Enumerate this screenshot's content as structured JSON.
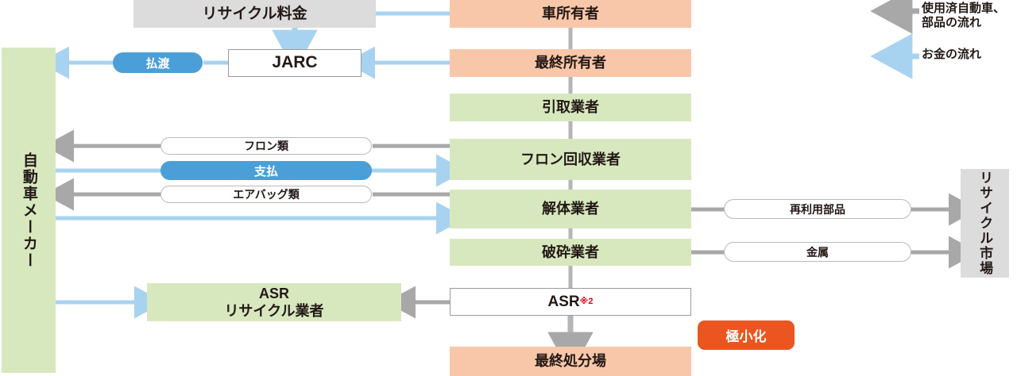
{
  "diagram": {
    "title_visible": false,
    "colors": {
      "peach": "#f8c7a9",
      "green": "#d7e8be",
      "grey": "#dcdcdc",
      "blue_money": "#a8d3f0",
      "blue_pill": "#4a9fd8",
      "grey_arrow": "#a8a8a8",
      "orange_callout": "#ea5520",
      "text": "#231815",
      "red_mark": "#e60012"
    }
  },
  "left_column": {
    "maker_label": "自動車メーカー"
  },
  "right_column": {
    "market_label": "リサイクル市場"
  },
  "center_flow": [
    {
      "id": "car-owner",
      "label": "車所有者",
      "style": "peach"
    },
    {
      "id": "final-owner",
      "label": "最終所有者",
      "style": "peach"
    },
    {
      "id": "collector",
      "label": "引取業者",
      "style": "green"
    },
    {
      "id": "freon-recovery",
      "label": "フロン回収業者",
      "style": "green"
    },
    {
      "id": "dismantler",
      "label": "解体業者",
      "style": "green"
    },
    {
      "id": "shredder",
      "label": "破砕業者",
      "style": "green"
    },
    {
      "id": "asr",
      "label": "ASR",
      "style": "white",
      "sup": "※2"
    },
    {
      "id": "final-disposal",
      "label": "最終処分場",
      "style": "peach"
    }
  ],
  "top_row": {
    "recycle_fee_label": "リサイクル料金",
    "jarc_label": "JARC",
    "payout_pill_label": "払渡"
  },
  "middle_labels": {
    "freon_label": "フロン類",
    "payment_pill_label": "支払",
    "airbag_label": "エアバッグ類"
  },
  "right_labels": {
    "reuse_parts_label": "再利用部品",
    "metal_label": "金属"
  },
  "asr_recycler": {
    "line1": "ASR",
    "line2": "リサイクル業者"
  },
  "callout": {
    "minimize_label": "極小化"
  },
  "legend": {
    "items": [
      {
        "id": "flow-elv",
        "icon": "left-arrow-grey-icon",
        "label": "使用済自動車、\n部品の流れ",
        "line1": "使用済自動車、",
        "line2": "部品の流れ",
        "color": "#a8a8a8"
      },
      {
        "id": "flow-money",
        "icon": "left-arrow-blue-icon",
        "label": "お金の流れ",
        "line1": "お金の流れ",
        "line2": "",
        "color": "#a8d3f0"
      }
    ]
  }
}
